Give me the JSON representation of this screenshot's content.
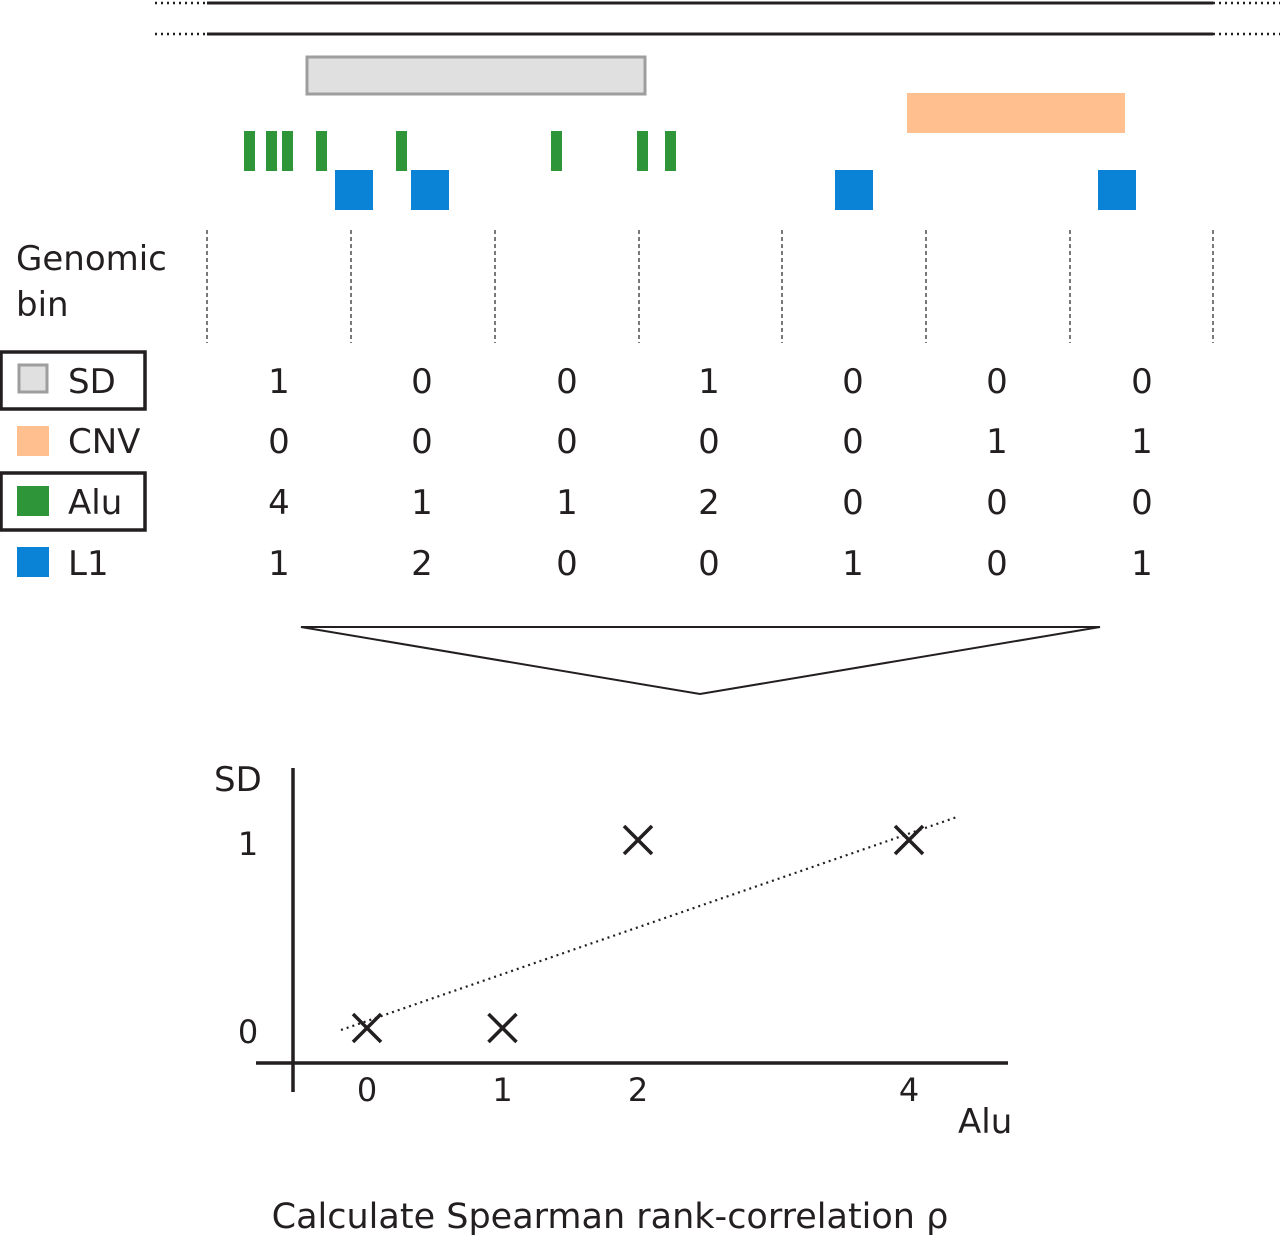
{
  "bin_label": [
    "Genomic",
    "bin"
  ],
  "legend": [
    {
      "key": "sd",
      "label": "SD",
      "color": "#e0e0e0",
      "stroke": "#9e9e9e",
      "boxed": true
    },
    {
      "key": "cnv",
      "label": "CNV",
      "color": "#ffbf8f",
      "boxed": false
    },
    {
      "key": "alu",
      "label": "Alu",
      "color": "#2e9639",
      "boxed": true
    },
    {
      "key": "l1",
      "label": "L1",
      "color": "#0a83d6",
      "boxed": false
    }
  ],
  "counts": {
    "sd": [
      "1",
      "0",
      "0",
      "1",
      "0",
      "0",
      "0"
    ],
    "cnv": [
      "0",
      "0",
      "0",
      "0",
      "0",
      "1",
      "1"
    ],
    "alu": [
      "4",
      "1",
      "1",
      "2",
      "0",
      "0",
      "0"
    ],
    "l1": [
      "1",
      "2",
      "0",
      "0",
      "1",
      "0",
      "1"
    ]
  },
  "chart_data": {
    "type": "scatter",
    "xlabel": "Alu",
    "ylabel": "SD",
    "x_ticks": [
      "0",
      "1",
      "2",
      "4"
    ],
    "y_ticks": [
      "0",
      "1"
    ],
    "points": [
      {
        "x": 0,
        "y": 0
      },
      {
        "x": 1,
        "y": 0
      },
      {
        "x": 2,
        "y": 1
      },
      {
        "x": 4,
        "y": 1
      }
    ],
    "trend_line": true
  },
  "caption": "Calculate Spearman rank-correlation ρ"
}
